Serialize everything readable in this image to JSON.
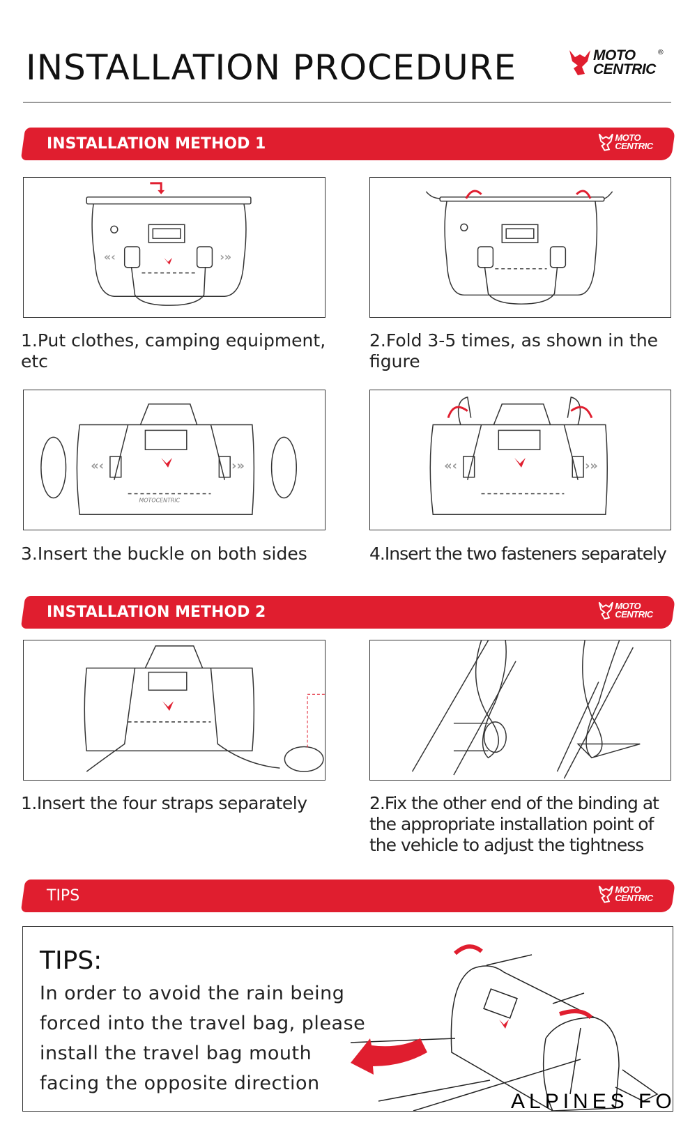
{
  "header": {
    "title": "INSTALLATION PROCEDURE",
    "logo_text": [
      "MOTO",
      "CENTRIC"
    ],
    "logo_registered": "®"
  },
  "colors": {
    "accent": "#e01e2f",
    "line": "#333333",
    "divider": "#9a9a9a"
  },
  "sections": [
    {
      "banner": "INSTALLATION METHOD 1",
      "steps": [
        {
          "caption": "1.Put clothes, camping equipment, etc"
        },
        {
          "caption": "2.Fold 3-5 times, as shown in the figure"
        },
        {
          "caption": "3.Insert the buckle on both sides"
        },
        {
          "caption": "4.Insert the two fasteners separately"
        }
      ]
    },
    {
      "banner": "INSTALLATION METHOD 2",
      "steps": [
        {
          "caption": "1.Insert the four straps separately"
        },
        {
          "caption": "2.Fix the other end of the binding at the appropriate installation point of the vehicle to adjust the tightness"
        }
      ]
    },
    {
      "banner": "TIPS",
      "tips_title": "TIPS:",
      "tips_lines": [
        "In order to avoid the rain being",
        "forced into the travel bag, please",
        "install the travel bag mouth",
        "facing the opposite direction"
      ],
      "watermark": "ALPINES FOX"
    }
  ],
  "bag_brand": "MOTOCENTRIC"
}
